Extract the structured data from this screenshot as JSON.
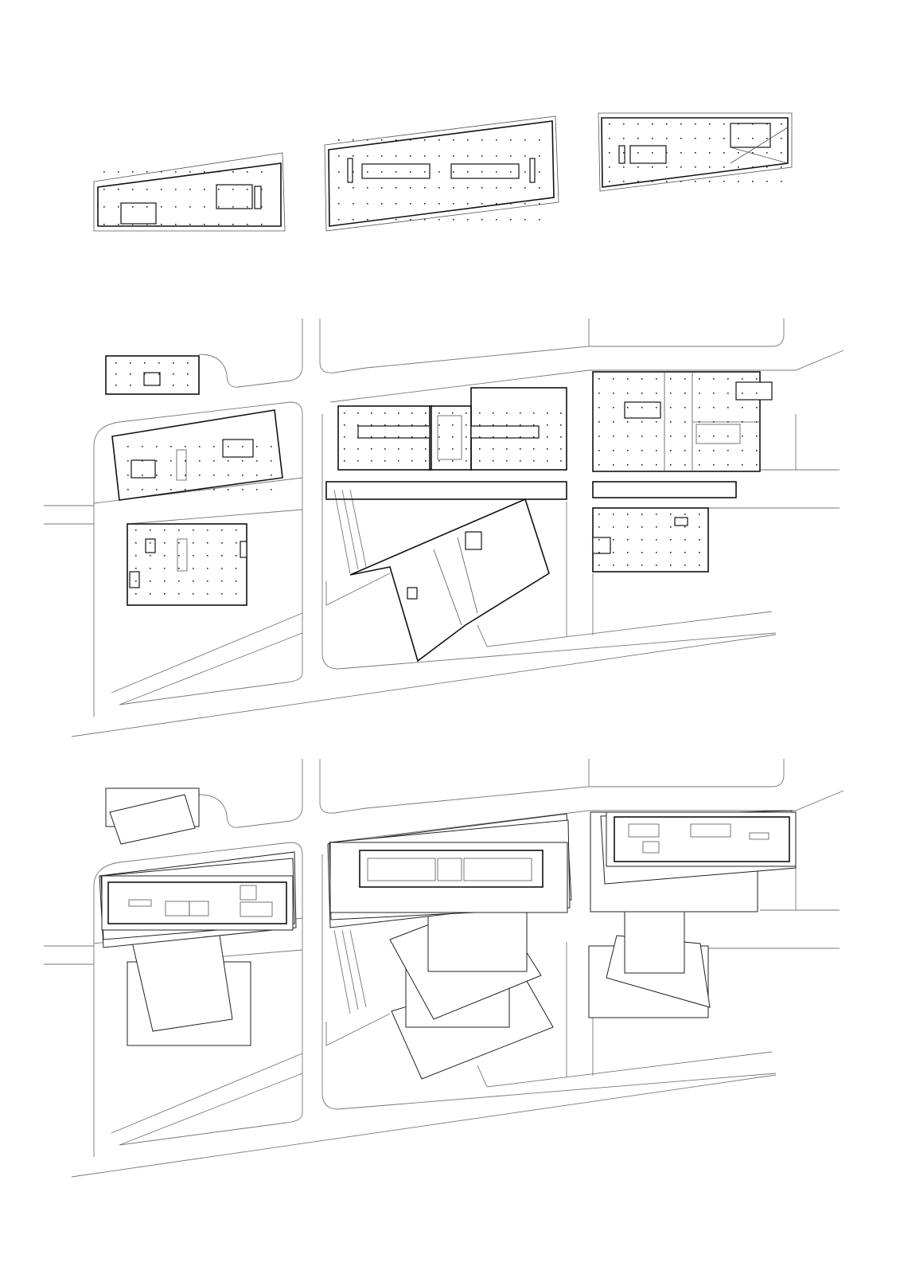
{
  "drawing": {
    "type": "architectural floor plans and site plans",
    "colors": {
      "background": "#ffffff",
      "line": "#111111",
      "road": "#777777"
    },
    "sections": [
      "typical-tower-floor-plans",
      "ground-floor-site-plan",
      "roof-site-plan"
    ]
  }
}
